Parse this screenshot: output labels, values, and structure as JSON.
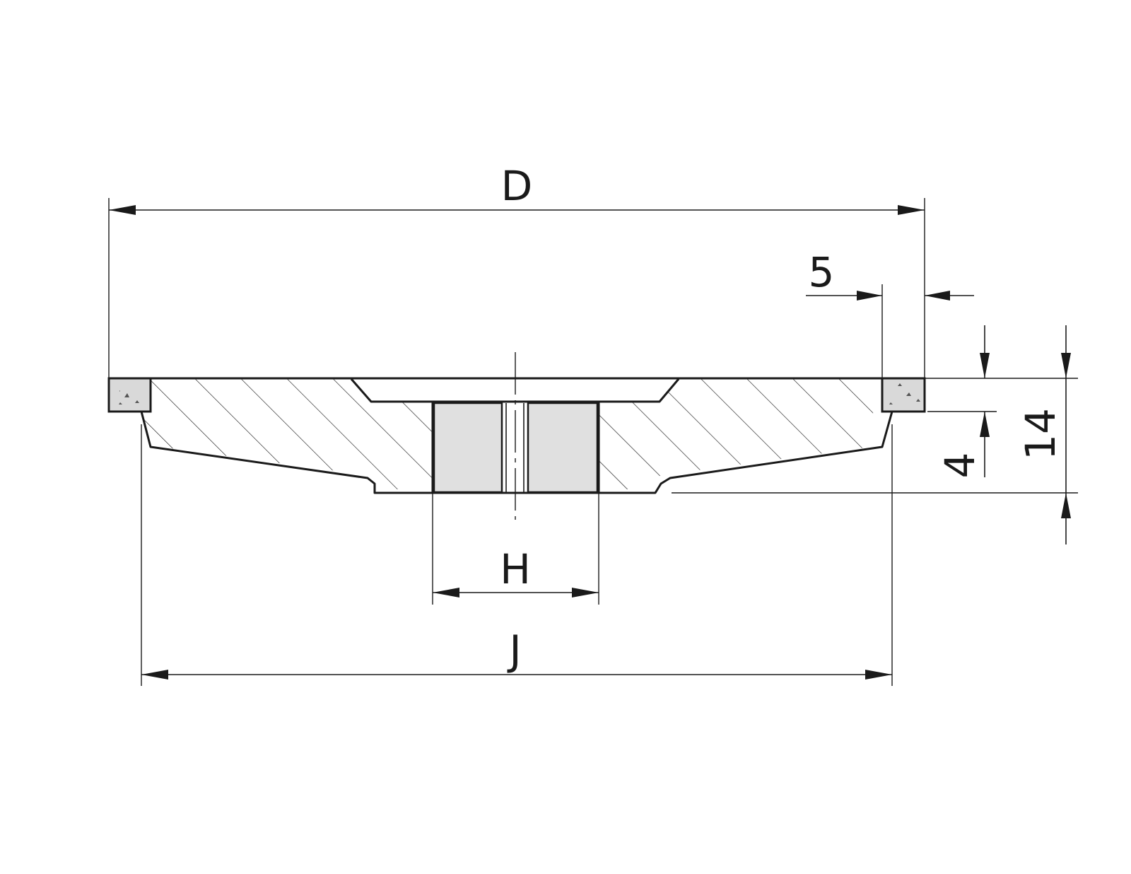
{
  "labels": {
    "outer_diameter": "D",
    "bore_diameter": "H",
    "inner_diameter": "J",
    "rim_width": "5",
    "layer_thickness": "4",
    "total_height": "14"
  },
  "colors": {
    "line": "#1a1a1a",
    "abrasive_fill": "#d9d9d9",
    "bore_fill": "#e0e0e0",
    "background": "#ffffff"
  }
}
